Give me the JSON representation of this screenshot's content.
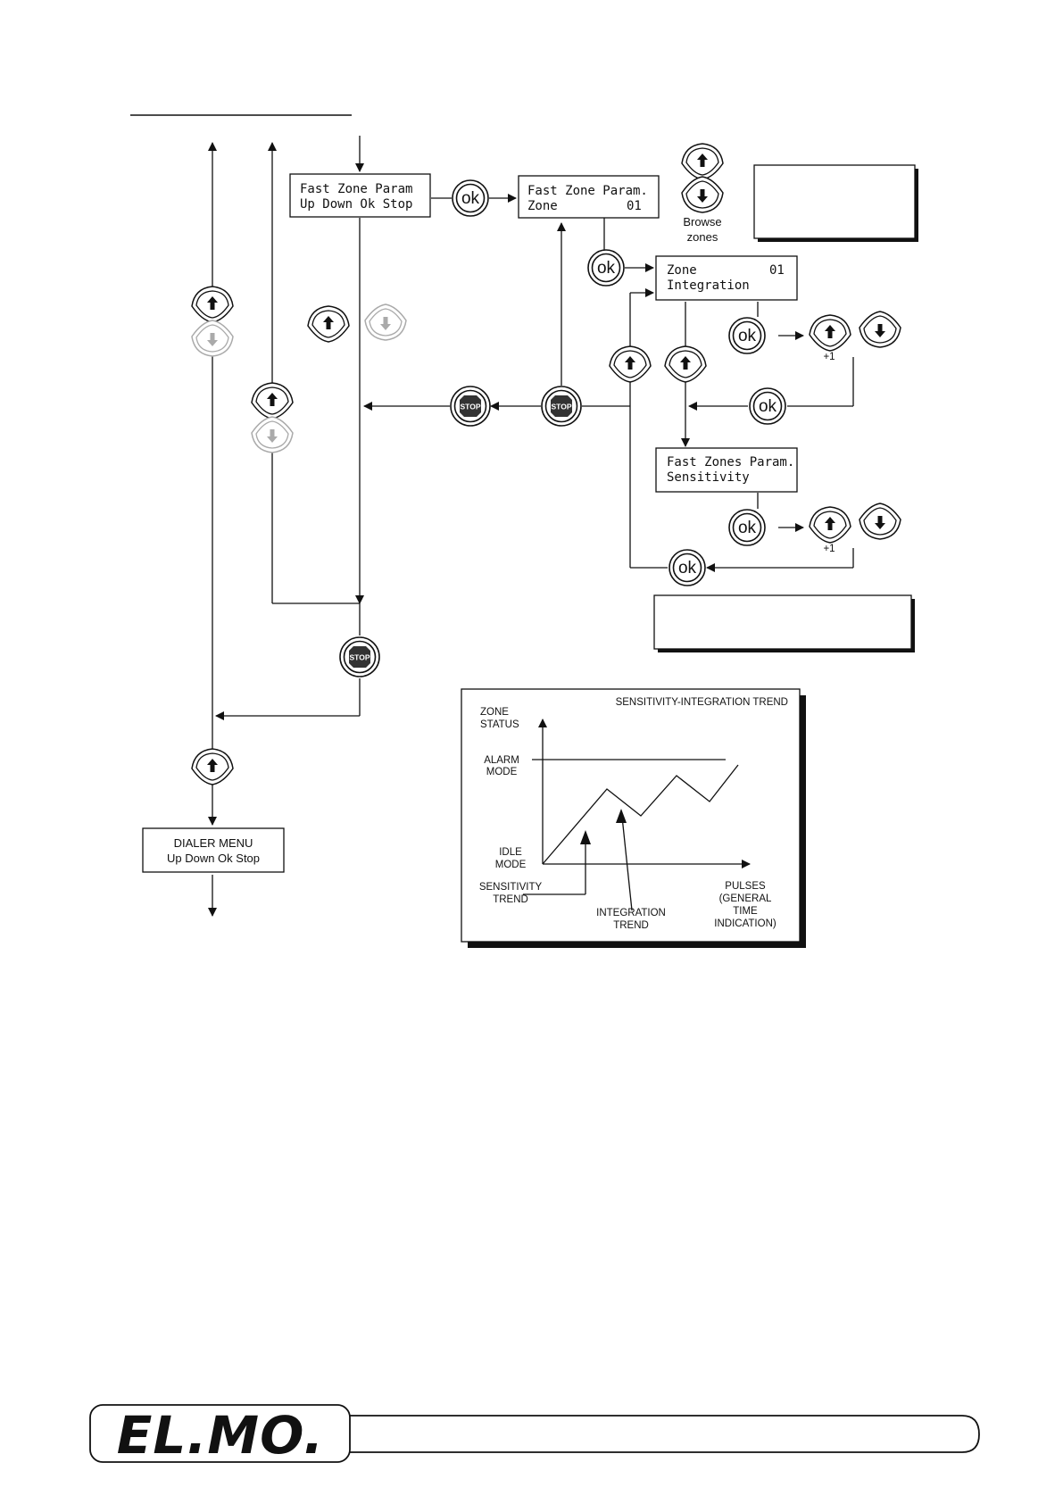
{
  "menu_boxes": {
    "fast_zone_param": {
      "line1": "Fast Zone Param",
      "line2": "Up  Down  Ok  Stop"
    },
    "fast_zone_param_zone": {
      "line1": "Fast Zone Param.",
      "line2_label": "Zone",
      "line2_value": "01"
    },
    "zone_integration": {
      "line1_label": "Zone",
      "line1_value": "01",
      "line2": "Integration"
    },
    "fast_zones_param_sensitivity": {
      "line1": "Fast Zones Param.",
      "line2": "Sensitivity"
    },
    "dialer_menu": {
      "line1": "DIALER MENU",
      "line2": "Up   Down  Ok  Stop"
    }
  },
  "buttons": {
    "ok": "ok",
    "stop": "STOP",
    "up_icon": "arrow-up-icon",
    "down_icon": "arrow-down-icon"
  },
  "annotations": {
    "browse_zones_1": "Browse",
    "browse_zones_2": "zones",
    "plus_one": "+1"
  },
  "trend_chart": {
    "title": "SENSITIVITY-INTEGRATION TREND",
    "ylabel_1": "ZONE",
    "ylabel_2": "STATUS",
    "alarm_1": "ALARM",
    "alarm_2": "MODE",
    "idle_1": "IDLE",
    "idle_2": "MODE",
    "sens_1": "SENSITIVITY",
    "sens_2": "TREND",
    "integ_1": "INTEGRATION",
    "integ_2": "TREND",
    "xlabel_1": "PULSES",
    "xlabel_2": "(GENERAL",
    "xlabel_3": "TIME",
    "xlabel_4": "INDICATION)"
  },
  "footer": {
    "logo_text": "EL.MO."
  }
}
